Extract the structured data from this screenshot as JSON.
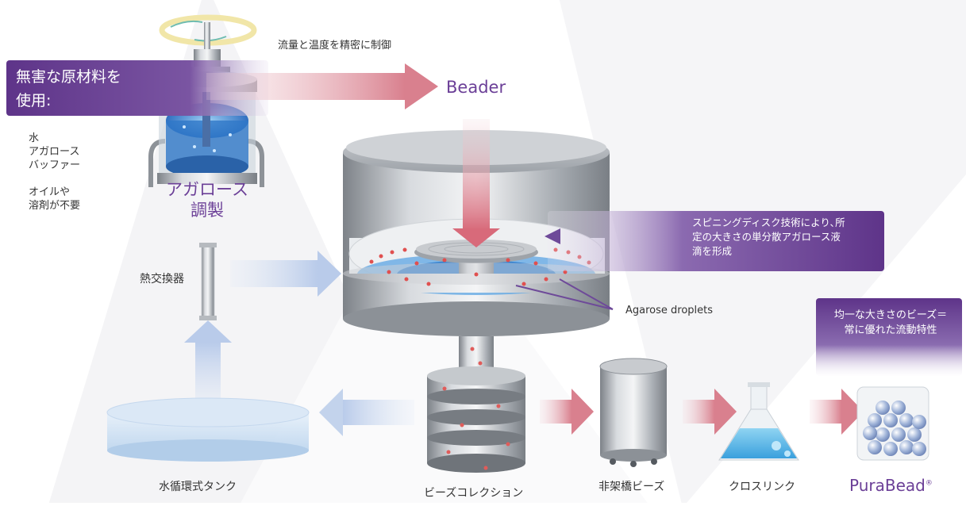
{
  "labels": {
    "flow_temp": "流量と温度を精密に制御",
    "beader": "Beader",
    "raw_material_line1": "無害な原材料を",
    "raw_material_line2": "使用:",
    "ingredients": [
      "水",
      "アガロース",
      "バッファー"
    ],
    "no_oil_line1": "オイルや",
    "no_oil_line2": "溶剤が不要",
    "agarose_prep_line1": "アガロース",
    "agarose_prep_line2": "調製",
    "heat_exchanger": "熱交換器",
    "spinning_disk_line1": "スピニングディスク技術により､所",
    "spinning_disk_line2": "定の大きさの単分散アガロース液",
    "spinning_disk_line3": "滴を形成",
    "agarose_droplets": "Agarose droplets",
    "uniform_line1": "均一な大きさのビーズ＝",
    "uniform_line2": "常に優れた流動特性",
    "water_tank": "水循環式タンク",
    "bead_collection": "ビーズコレクション",
    "non_crosslinked": "非架橋ビーズ",
    "crosslink": "クロスリンク",
    "purabead": "PuraBead",
    "registered": "®"
  },
  "colors": {
    "purple": "#6b3f97",
    "purple_box": "#5e3489",
    "pink_arrow": "#d9808e",
    "blue_arrow": "#c3d3ec",
    "steel": "#9fa4aa",
    "liquid": "#3f8fd8",
    "droplet": "#e0504f"
  }
}
